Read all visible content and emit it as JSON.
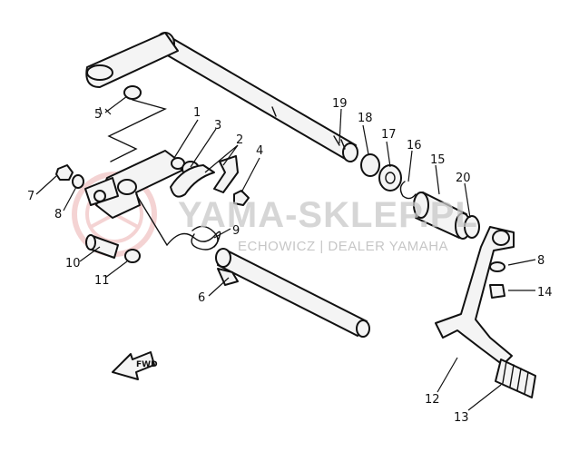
{
  "watermark": {
    "brand": "YAMA-SKLEP.PL",
    "subtitle": "ECHOWICZ | DEALER YAMAHA",
    "seal_color": "#e8a0a0"
  },
  "direction_marker": "FWD",
  "callouts": [
    {
      "id": "c1",
      "label": "1"
    },
    {
      "id": "c2",
      "label": "2"
    },
    {
      "id": "c3",
      "label": "3"
    },
    {
      "id": "c4",
      "label": "4"
    },
    {
      "id": "c5",
      "label": "5"
    },
    {
      "id": "c6",
      "label": "6"
    },
    {
      "id": "c7",
      "label": "7"
    },
    {
      "id": "c8a",
      "label": "8"
    },
    {
      "id": "c8b",
      "label": "8"
    },
    {
      "id": "c9",
      "label": "9"
    },
    {
      "id": "c10",
      "label": "10"
    },
    {
      "id": "c11",
      "label": "11"
    },
    {
      "id": "c12",
      "label": "12"
    },
    {
      "id": "c13",
      "label": "13"
    },
    {
      "id": "c14",
      "label": "14"
    },
    {
      "id": "c15",
      "label": "15"
    },
    {
      "id": "c16",
      "label": "16"
    },
    {
      "id": "c17",
      "label": "17"
    },
    {
      "id": "c18",
      "label": "18"
    },
    {
      "id": "c19",
      "label": "19"
    },
    {
      "id": "c20",
      "label": "20"
    }
  ]
}
